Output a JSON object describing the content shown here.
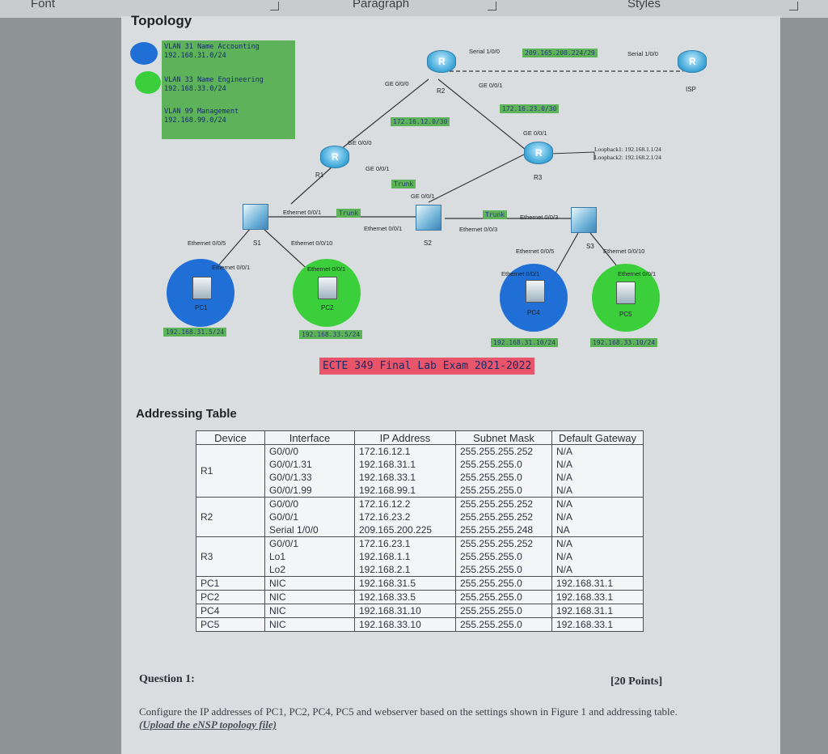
{
  "ribbon": {
    "font": "Font",
    "paragraph": "Paragraph",
    "styles": "Styles"
  },
  "topology": {
    "title": "Topology",
    "legend": [
      {
        "name": "VLAN 31 Name Accounting",
        "net": "192.168.31.0/24",
        "color": "#1f6fd6"
      },
      {
        "name": "VLAN 33 Name Engineering",
        "net": "192.168.33.0/24",
        "color": "#3ccf3c"
      },
      {
        "name": "VLAN 99 Management",
        "net": "192.168.99.0/24"
      }
    ],
    "links": {
      "r2_isp_net": "209.165.200.224/29",
      "r1_r2_net": "172.16.12.0/30",
      "r2_r3_net": "172.16.23.0/30",
      "trunk1": "Trunk",
      "trunk2": "Trunk",
      "trunk3": "Trunk"
    },
    "interfaces": {
      "r2_serial": "Serial 1/0/0",
      "isp_serial": "Serial 1/0/0",
      "r2_ge000": "GE 0/0/0",
      "r2_ge001": "GE 0/0/1",
      "r1_ge000": "GE 0/0/0",
      "r1_ge001": "GE 0/0/1",
      "r3_ge001": "GE 0/0/1",
      "s2_ge001": "GE 0/0/1",
      "s1_eth001": "Ethernet 0/0/1",
      "s2_eth001": "Ethernet 0/0/1",
      "s2_eth003": "Ethernet 0/0/3",
      "s3_eth003": "Ethernet 0/0/3",
      "s1_eth005": "Ethernet 0/0/5",
      "s1_eth0010": "Ethernet 0/0/10",
      "s3_eth005": "Ethernet 0/0/5",
      "s3_eth0010": "Ethernet 0/0/10",
      "pc1_eth": "Ethernet 0/0/1",
      "pc2_eth": "Ethernet 0/0/1",
      "pc4_eth": "Ethernet 0/0/1",
      "pc5_eth": "Ethernet 0/0/1"
    },
    "loopbacks": [
      "Loopback1: 192.168.1.1/24",
      "Loopback2: 192.168.2.1/24"
    ],
    "devices": {
      "r1": "R1",
      "r2": "R2",
      "r3": "R3",
      "isp": "ISP",
      "s1": "S1",
      "s2": "S2",
      "s3": "S3",
      "pc1": "PC1",
      "pc2": "PC2",
      "pc4": "PC4",
      "pc5": "PC5"
    },
    "pc_ips": {
      "pc1": "192.168.31.5/24",
      "pc2": "192.168.33.5/24",
      "pc4": "192.168.31.10/24",
      "pc5": "192.168.33.10/24"
    },
    "exam_title": "ECTE 349 Final Lab Exam 2021-2022"
  },
  "addressing": {
    "title": "Addressing Table",
    "headers": [
      "Device",
      "Interface",
      "IP Address",
      "Subnet Mask",
      "Default Gateway"
    ],
    "groups": [
      {
        "device": "R1",
        "rows": [
          [
            "G0/0/0",
            "172.16.12.1",
            "255.255.255.252",
            "N/A"
          ],
          [
            "G0/0/1.31",
            "192.168.31.1",
            "255.255.255.0",
            "N/A"
          ],
          [
            "G0/0/1.33",
            "192.168.33.1",
            "255.255.255.0",
            "N/A"
          ],
          [
            "G0/0/1.99",
            "192.168.99.1",
            "255.255.255.0",
            "N/A"
          ]
        ]
      },
      {
        "device": "R2",
        "rows": [
          [
            "G0/0/0",
            "172.16.12.2",
            "255.255.255.252",
            "N/A"
          ],
          [
            "G0/0/1",
            "172.16.23.2",
            "255.255.255.252",
            "N/A"
          ],
          [
            "Serial 1/0/0",
            "209.165.200.225",
            "255.255.255.248",
            "NA"
          ]
        ]
      },
      {
        "device": "R3",
        "rows": [
          [
            "G0/0/1",
            "172.16.23.1",
            "255.255.255.252",
            "N/A"
          ],
          [
            "Lo1",
            "192.168.1.1",
            "255.255.255.0",
            "N/A"
          ],
          [
            "Lo2",
            "192.168.2.1",
            "255.255.255.0",
            "N/A"
          ]
        ]
      },
      {
        "device": "PC1",
        "rows": [
          [
            "NIC",
            "192.168.31.5",
            "255.255.255.0",
            "192.168.31.1"
          ]
        ]
      },
      {
        "device": "PC2",
        "rows": [
          [
            "NIC",
            "192.168.33.5",
            "255.255.255.0",
            "192.168.33.1"
          ]
        ]
      },
      {
        "device": "PC4",
        "rows": [
          [
            "NIC",
            "192.168.31.10",
            "255.255.255.0",
            "192.168.31.1"
          ]
        ]
      },
      {
        "device": "PC5",
        "rows": [
          [
            "NIC",
            "192.168.33.10",
            "255.255.255.0",
            "192.168.33.1"
          ]
        ]
      }
    ]
  },
  "question": {
    "title": "Question 1:",
    "points": "[20 Points]",
    "text": "Configure the IP addresses of PC1, PC2, PC4, PC5 and webserver based on the settings shown in Figure 1 and addressing table.",
    "link": "(Upload the eNSP topology file)"
  }
}
